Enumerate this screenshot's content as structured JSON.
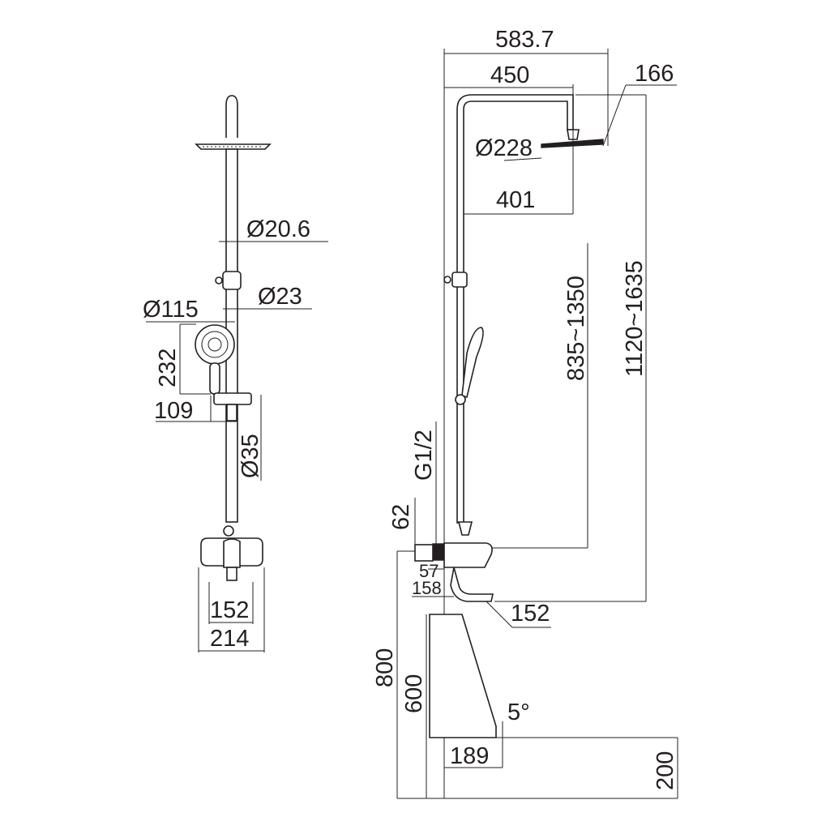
{
  "front_view": {
    "pipe_diameter": "Ø20.6",
    "slider_diameter": "Ø23",
    "hand_shower_diameter": "Ø115",
    "hand_shower_height": "232",
    "holder_offset": "109",
    "holder_diameter": "Ø35",
    "mixer_inner_width": "152",
    "mixer_outer_width": "214"
  },
  "side_view": {
    "total_width": "583.7",
    "arm_length": "450",
    "head_thickness": "166",
    "head_diameter": "Ø228",
    "arm_to_head_center": "401",
    "height_range_mixer": "835~1350",
    "height_range_total": "1120~1635",
    "thread": "G1/2",
    "inlet_height": "62",
    "inlet_depth": "57",
    "mixer_body_depth": "158",
    "spout_length": "152",
    "install_height": "800",
    "tub_height": "600",
    "tub_angle": "5°",
    "tub_depth": "189",
    "floor_offset": "200"
  }
}
